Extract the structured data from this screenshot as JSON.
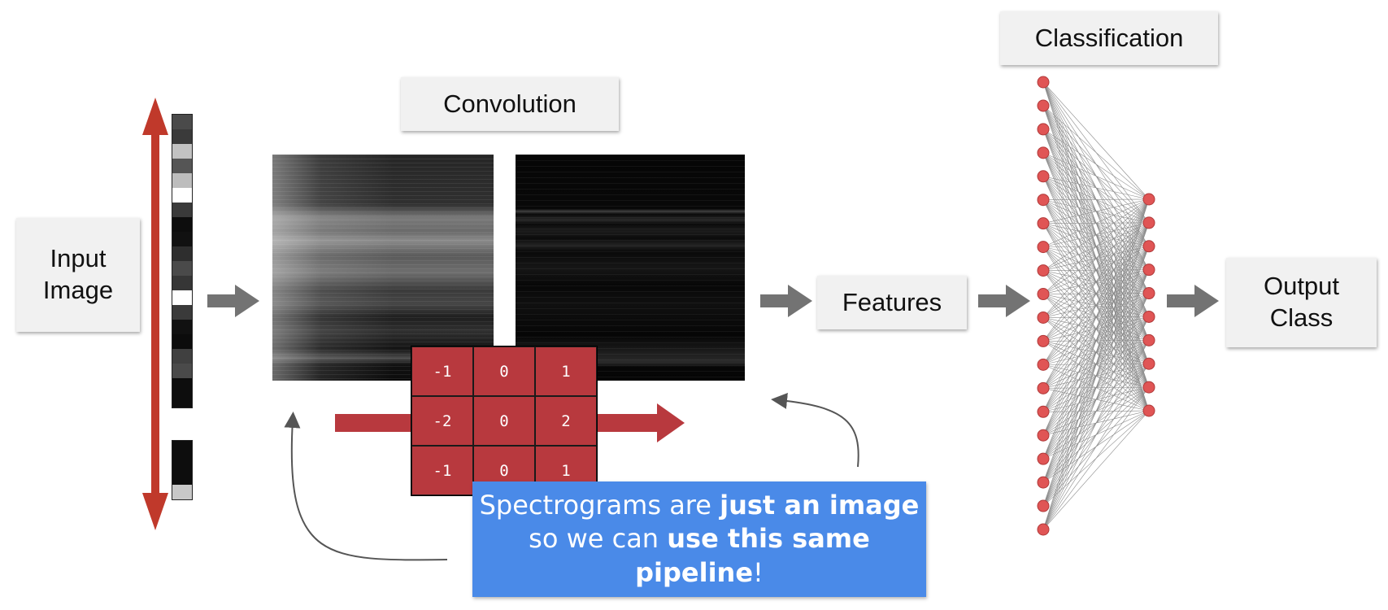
{
  "labels": {
    "input_line1": "Input",
    "input_line2": "Image",
    "convolution": "Convolution",
    "features": "Features",
    "classification": "Classification",
    "output_line1": "Output",
    "output_line2": "Class"
  },
  "kernel": [
    [
      "-1",
      "0",
      "1"
    ],
    [
      "-2",
      "0",
      "2"
    ],
    [
      "-1",
      "0",
      "1"
    ]
  ],
  "callout": {
    "line1_normal": "Spectrograms are ",
    "line1_bold": "just an image",
    "line2_normal": "so we can ",
    "line2_bold": "use this same pipeline",
    "line2_end": "!"
  },
  "strip_a_shades": [
    "#4a4a4a",
    "#3a3a3a",
    "#c2c2c2",
    "#555555",
    "#bdbdbd",
    "#ffffff",
    "#3a3a3a",
    "#0d0d0d",
    "#111111",
    "#2e2e2e",
    "#4a4a4a",
    "#363636",
    "#ffffff",
    "#3a3a3a",
    "#111111",
    "#0c0c0c",
    "#404040",
    "#4a4a4a",
    "#0d0d0d",
    "#0d0d0d"
  ],
  "strip_b_shades": [
    "#0d0d0d",
    "#0d0d0d",
    "#0d0d0d",
    "#c8c8c8"
  ],
  "network": {
    "input_nodes": 20,
    "output_nodes": 10
  },
  "colors": {
    "red_arrow": "#c0392b",
    "slide_arrow": "#b8393e",
    "gray_arrow": "#737373",
    "node": "#e05555",
    "callout": "#4a8ae8"
  }
}
